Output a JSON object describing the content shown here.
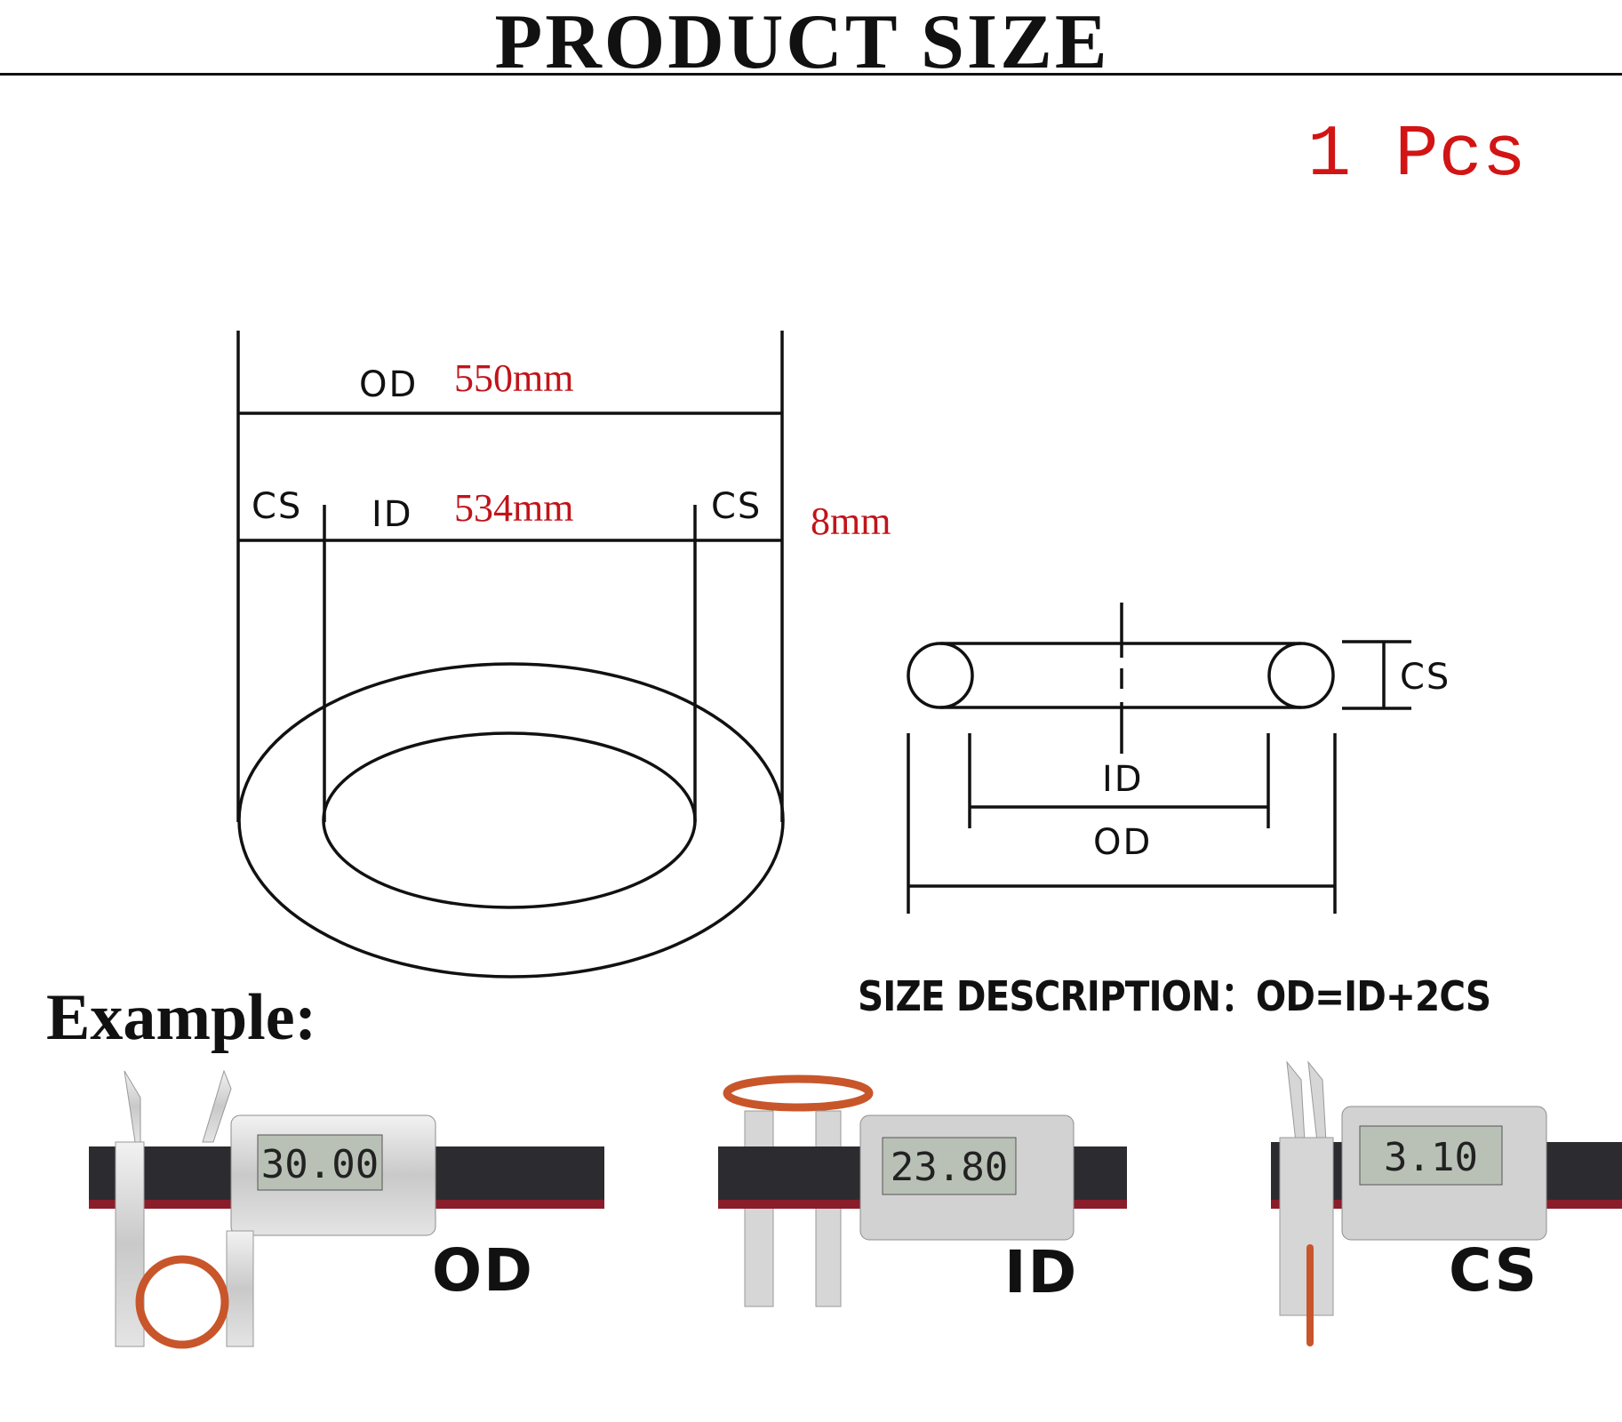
{
  "header": {
    "title": "PRODUCT SIZE"
  },
  "quantity": "1 Pcs",
  "ring": {
    "od_label": "OD",
    "od_value": "550mm",
    "id_label": "ID",
    "id_value": "534mm",
    "cs_label": "CS",
    "cs_value": "8mm"
  },
  "section_view": {
    "cs_label": "CS",
    "id_label": "ID",
    "od_label": "OD"
  },
  "formula": "SIZE DESCRIPTION：OD=ID+2CS",
  "example": {
    "label": "Example:",
    "measurements": [
      {
        "label": "OD",
        "reading": "30.00"
      },
      {
        "label": "ID",
        "reading": "23.80"
      },
      {
        "label": "CS",
        "reading": "3.10"
      }
    ]
  },
  "colors": {
    "accent_red": "#c0141a",
    "ring_orange": "#c8562a",
    "line": "#111111"
  }
}
